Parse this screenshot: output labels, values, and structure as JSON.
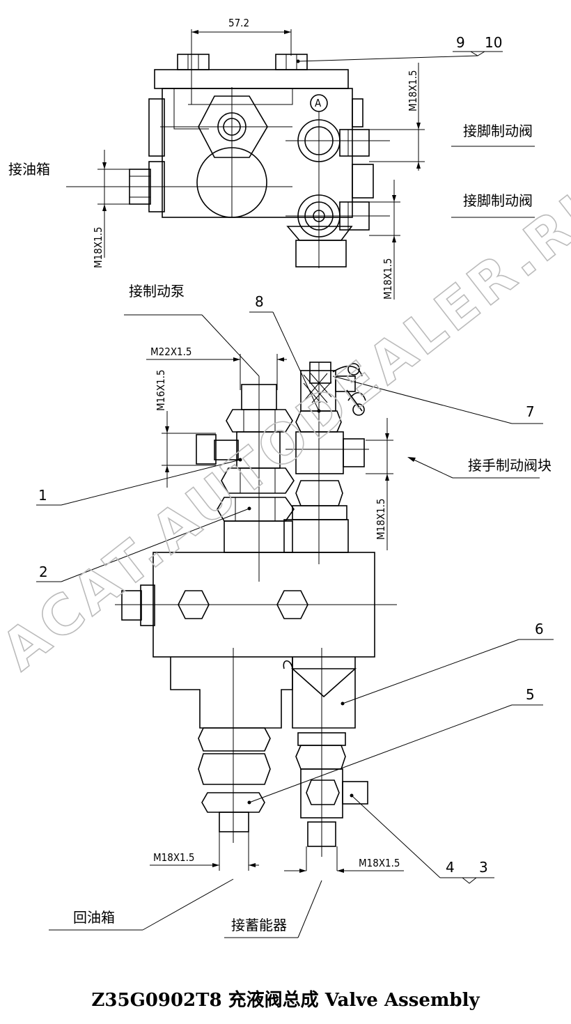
{
  "dims": {
    "top_width": "57.2",
    "top_right_thread": "M18X1.5",
    "top_left_thread": "M18X1.5",
    "top_right_lower_thread": "M18X1.5",
    "pump_thread": "M22X1.5",
    "side_thread": "M16X1.5",
    "hand_valve_thread": "M18X1.5",
    "return_thread": "M18X1.5",
    "accumulator_thread": "M18X1.5"
  },
  "labels": {
    "to_oil_tank": "接油箱",
    "to_foot_brake_valve_1": "接脚制动阀",
    "to_foot_brake_valve_2": "接脚制动阀",
    "to_brake_pump": "接制动泵",
    "to_hand_brake_block": "接手制动阀块",
    "return_tank": "回油箱",
    "to_accumulator": "接蓄能器",
    "view_a": "A"
  },
  "callouts": [
    "1",
    "2",
    "3",
    "4",
    "5",
    "6",
    "7",
    "8",
    "9",
    "10"
  ],
  "watermark": "ACAT.AUTODEALER.RU",
  "title": "Z35G0902T8  充液阀总成    Valve Assembly"
}
